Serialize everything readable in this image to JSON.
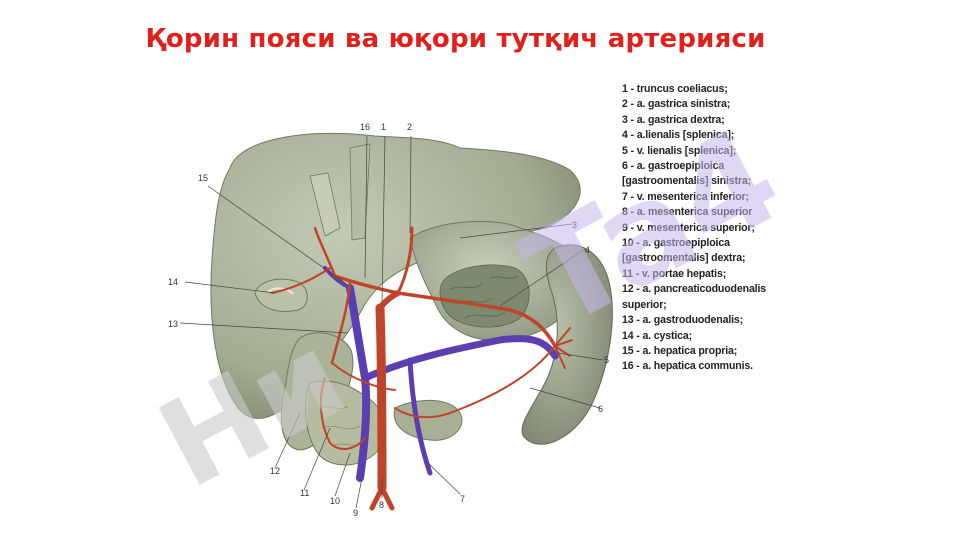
{
  "slide": {
    "title": "Қорин пояси ва юқори тутқич артерияси",
    "colors": {
      "title": "#e2201b",
      "artery": "#c0442a",
      "vein": "#5b3fb0",
      "organ": "#a9b29a",
      "watermark_grey": "#c9c9c9",
      "watermark_purple": "#c7b6ec"
    }
  },
  "figure": {
    "callouts": [
      "1",
      "2",
      "3",
      "4",
      "5",
      "6",
      "7",
      "8",
      "9",
      "10",
      "11",
      "12",
      "13",
      "14",
      "15",
      "16"
    ]
  },
  "legend": [
    "1 - truncus coeliacus;",
    "2 - a. gastrica sinistra;",
    "3 - a. gastrica dextra;",
    "4 - a.lienalis [splenica];",
    "5 - v. lienalis [splenica];",
    "6 - a. gastroepiploica",
    "[gastroomentalis] sinistra;",
    "7 - v. mesenterica inferior;",
    "8 - a. mesenterica superior",
    "9 - v. mesenterica superior;",
    "10 - a. gastroepiploica",
    "[gastroomentalis] dextra;",
    "11 - v. portae hepatis;",
    "12 - a. pancreaticoduodenalis",
    " superior;",
    "13 - a. gastroduodenalis;",
    "14 - a. cystica;",
    "15 - a. hepatica propria;",
    "16 - a. hepatica communis."
  ],
  "watermark": {
    "left": "Ни",
    "right": "Ta4"
  }
}
